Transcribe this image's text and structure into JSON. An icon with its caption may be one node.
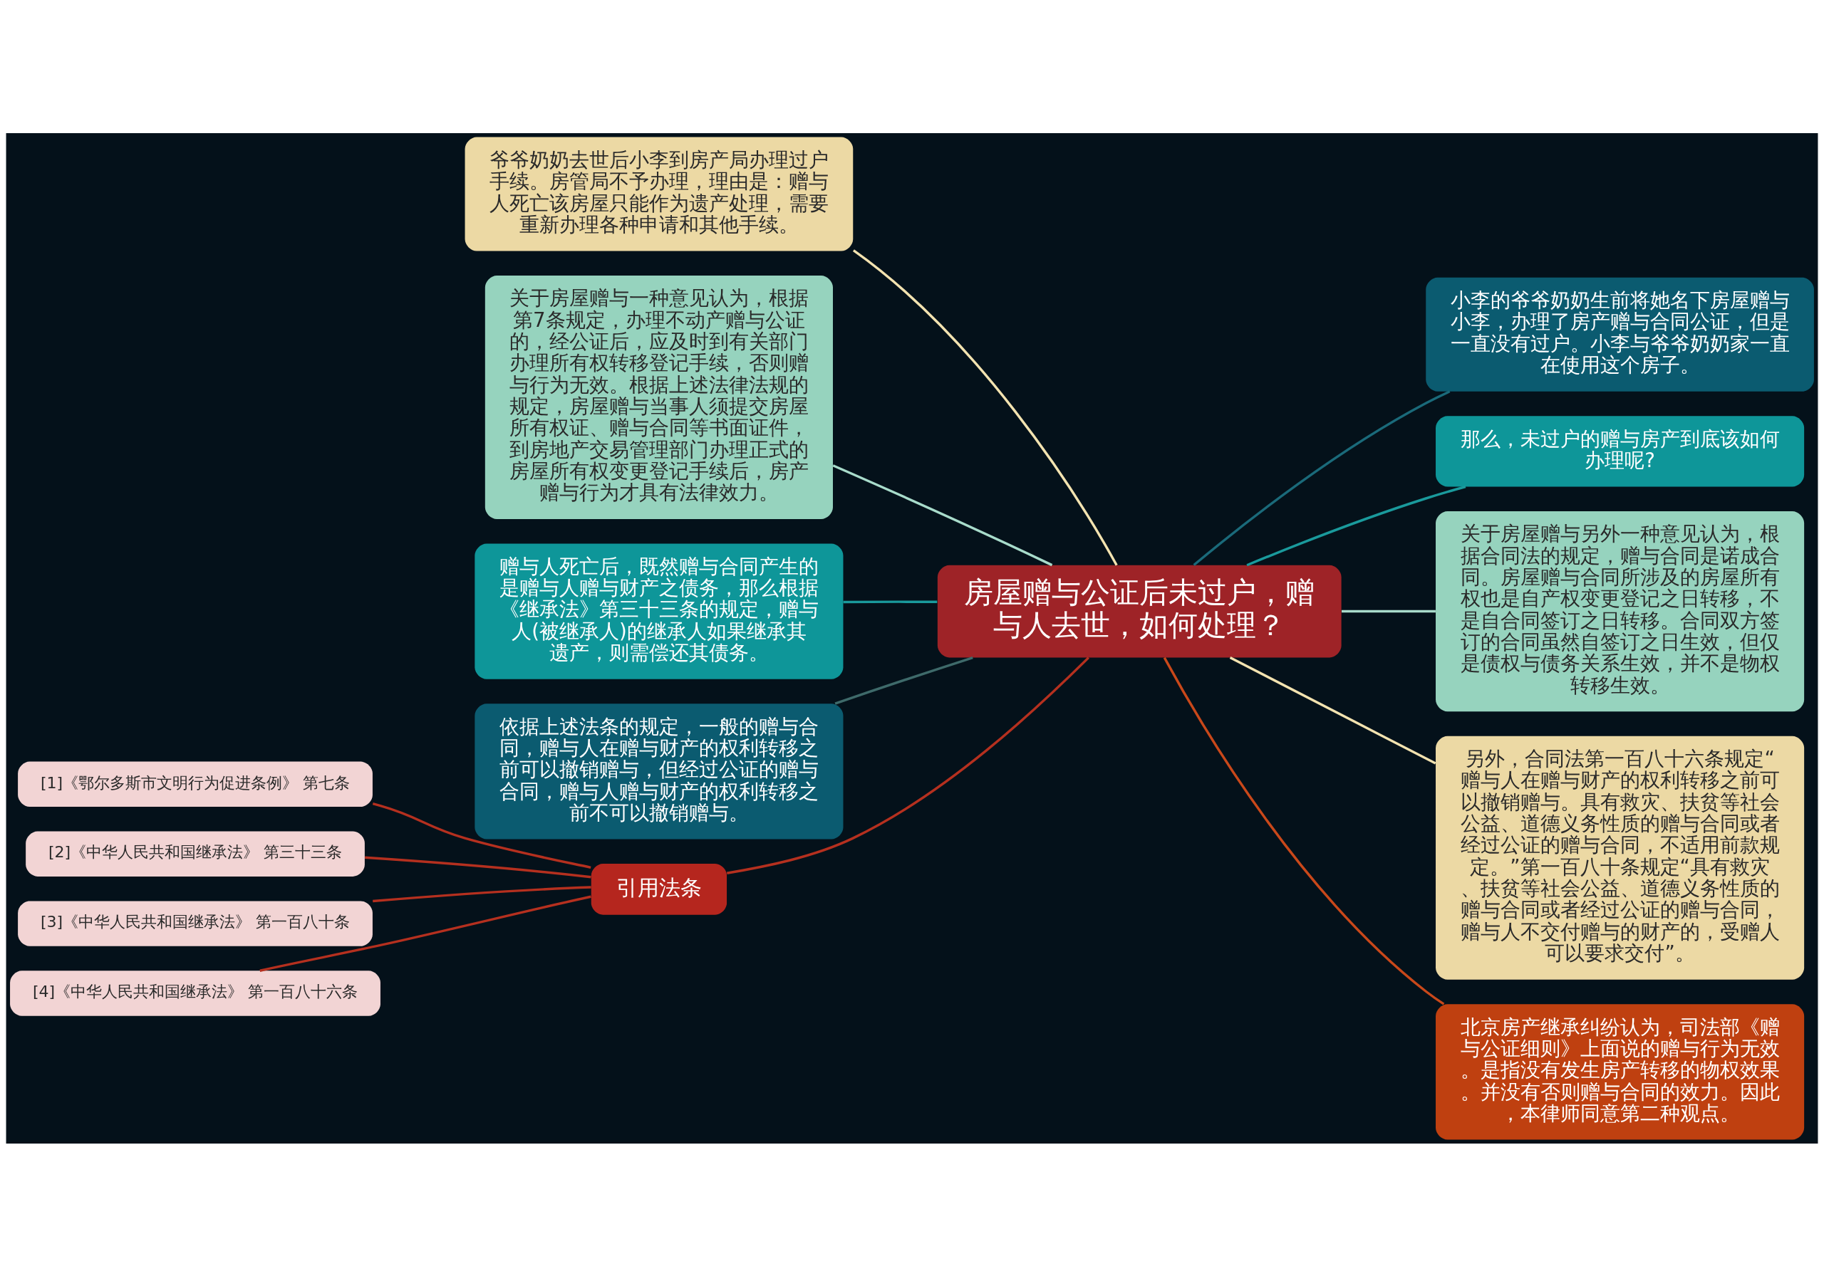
{
  "diagram": {
    "nodes": [
      {
        "text": [
          "房屋赠与公证后未过户，赠与人去世，如何处理？"
        ]
      },
      {
        "text": [
          "爷爷奶奶去世后小李到房产局办理过户手续。房管局不予办理，理由是：赠与人死亡该房屋只能作为遗产处理，需要重新办理各种申请和其他手续。"
        ]
      },
      {
        "text": [
          "关于房屋赠与一种意见认为，根据第7条规定，办理不动产赠与公证的，经公证后，应及时到有关部门办理所有权转移登记手续，否则赠与行为无效。根据上述法律法规的规定，房屋赠与当事人须提交房屋所有权证、赠与合同等书面证件，到房地产交易管理部门办理正式的房屋所有权变更登记手续后，房产赠与行为才具有法律效力。"
        ]
      },
      {
        "text": [
          "赠与人死亡后，既然赠与合同产生的是赠与人赠与财产之债务，那么根据《继承法》第三十三条的规定，赠与人(被继承人)的继承人如果继承其遗产，则需偿还其债务。"
        ]
      },
      {
        "text": [
          "依据上述法条的规定，一般的赠与合同，赠与人在赠与财产的权利转移之前可以撤销赠与，但经过公证的赠与合同，赠与人赠与财产的权利转移之前不可以撤销赠与。"
        ]
      },
      {
        "text": [
          "引用法条"
        ]
      },
      {
        "text": [
          "[1]《鄂尔多斯市文明行为促进条例》 第七条"
        ]
      },
      {
        "text": [
          "[2]《中华人民共和国继承法》 第三十三条"
        ]
      },
      {
        "text": [
          "[3]《中华人民共和国继承法》 第一百八十条"
        ]
      },
      {
        "text": [
          "[4]《中华人民共和国继承法》 第一百八十六条"
        ]
      },
      {
        "text": [
          "小李的爷爷奶奶生前将她名下房屋赠与小李，办理了房产赠与合同公证，但是一直没有过户。小李与爷爷奶奶家一直在使用这个房子。"
        ]
      },
      {
        "text": [
          "那么，未过户的赠与房产到底该如何办理呢?"
        ]
      },
      {
        "text": [
          "关于房屋赠与另外一种意见认为，根据合同法的规定，赠与合同是诺成合同。房屋赠与合同所涉及的房屋所有权也是自产权变更登记之日转移，不是自合同签订之日转移。合同双方签订的合同虽然自签订之日生效，但仅是债权与债务关系生效，并不是物权转移生效。"
        ]
      },
      {
        "text": [
          "另外，合同法第一百八十六条规定“赠与人在赠与财产的权利转移之前可以撤销赠与。具有救灾、扶贫等社会公益、道德义务性质的赠与合同或者经过公证的赠与合同，不适用前款规定。”第一百八十条规定“具有救灾、扶贫等社会公益、道德义务性质的赠与合同或者经过公证的赠与合同，赠与人不交付赠与的财产的，受赠人可以要求交付”。"
        ]
      },
      {
        "text": [
          "北京房产继承纠纷认为，司法部《赠与公证细则》上面说的赠与行为无效。是指没有发生房产转移的物权效果。并没有否则赠与合同的效力。因此，本律师同意第二种观点。"
        ]
      }
    ],
    "edges": [
      {
        "from": 0,
        "to": 1,
        "arrow": "none",
        "color": "#f3e3b0"
      },
      {
        "from": 0,
        "to": 2,
        "arrow": "none",
        "color": "#a8dccb"
      },
      {
        "from": 0,
        "to": 3,
        "arrow": "none",
        "color": "#1a9a9c"
      },
      {
        "from": 0,
        "to": 4,
        "arrow": "none",
        "color": "#3e6a6a"
      },
      {
        "from": 0,
        "to": 5,
        "arrow": "none"
      },
      {
        "from": 5,
        "to": 6,
        "arrow": "none"
      },
      {
        "from": 5,
        "to": 7,
        "arrow": "none"
      },
      {
        "from": 5,
        "to": 8,
        "arrow": "none"
      },
      {
        "from": 5,
        "to": 9,
        "arrow": "none"
      },
      {
        "from": 0,
        "to": 10,
        "arrow": "none",
        "color": "#1a6a7a"
      },
      {
        "from": 0,
        "to": 11,
        "arrow": "none",
        "color": "#1a9a9c"
      },
      {
        "from": 0,
        "to": 12,
        "arrow": "none",
        "color": "#a8dccb"
      },
      {
        "from": 0,
        "to": 13,
        "arrow": "none",
        "color": "#f3e3b0"
      },
      {
        "from": 0,
        "to": 14,
        "arrow": "none",
        "color": "#c9481a"
      }
    ]
  }
}
